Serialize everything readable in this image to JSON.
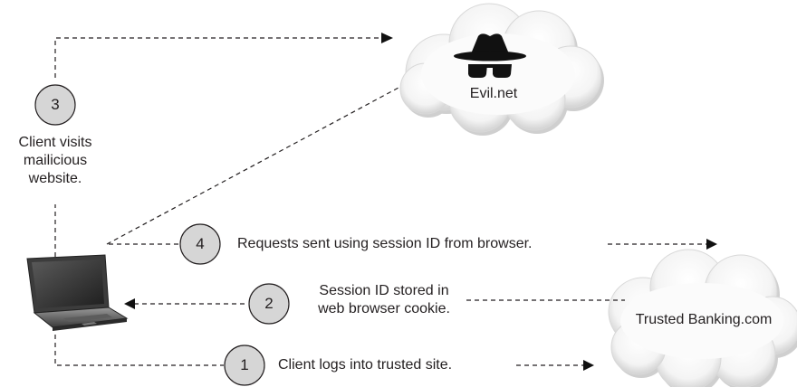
{
  "evil_site": {
    "label": "Evil.net",
    "icon": "spy-icon"
  },
  "trusted_site": {
    "label": "Trusted Banking.com"
  },
  "client": {
    "icon": "laptop-icon"
  },
  "steps": {
    "s1": {
      "number": "1",
      "text": "Client logs into trusted site."
    },
    "s2": {
      "number": "2",
      "text_line1": "Session ID stored in",
      "text_line2": "web browser cookie."
    },
    "s3": {
      "number": "3",
      "text_line1": "Client visits",
      "text_line2": "mailicious",
      "text_line3": "website."
    },
    "s4": {
      "number": "4",
      "text": "Requests sent using session ID from browser."
    }
  }
}
